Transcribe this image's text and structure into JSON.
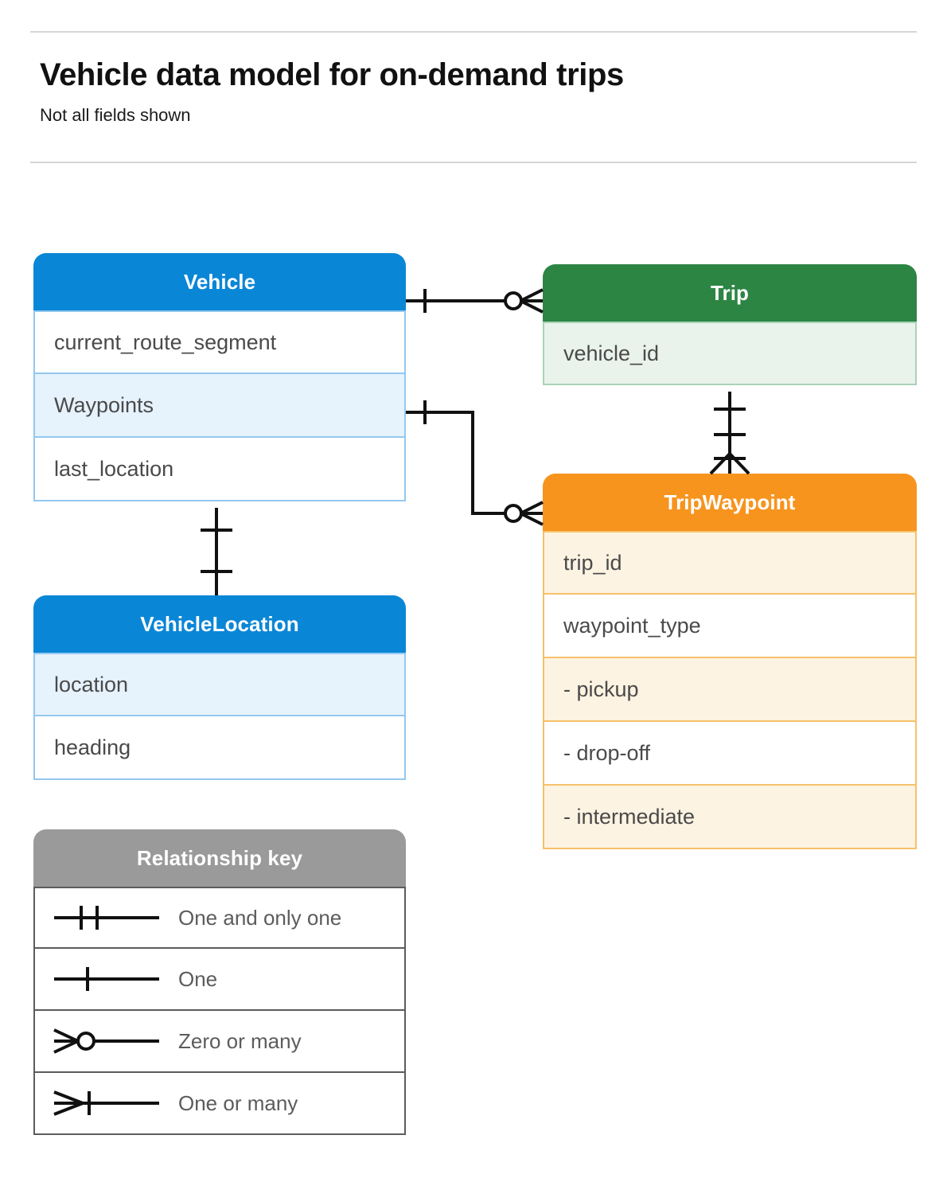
{
  "header": {
    "title": "Vehicle data model for on-demand trips",
    "subtitle": "Not all fields shown"
  },
  "entities": [
    {
      "id": "vehicle",
      "name": "Vehicle",
      "color": "#0a86d6",
      "rows": [
        {
          "label": "current_route_segment",
          "shaded": false
        },
        {
          "label": "Waypoints",
          "shaded": true
        },
        {
          "label": "last_location",
          "shaded": false
        }
      ]
    },
    {
      "id": "trip",
      "name": "Trip",
      "color": "#2d8544",
      "rows": [
        {
          "label": "vehicle_id",
          "shaded": true
        }
      ]
    },
    {
      "id": "tripwaypoint",
      "name": "TripWaypoint",
      "color": "#f7941e",
      "rows": [
        {
          "label": "trip_id",
          "shaded": true
        },
        {
          "label": "waypoint_type",
          "shaded": false
        },
        {
          "label": "- pickup",
          "shaded": true
        },
        {
          "label": "- drop-off",
          "shaded": false
        },
        {
          "label": "- intermediate",
          "shaded": true
        }
      ]
    },
    {
      "id": "vehiclelocation",
      "name": "VehicleLocation",
      "color": "#0a86d6",
      "rows": [
        {
          "label": "location",
          "shaded": true
        },
        {
          "label": "heading",
          "shaded": false
        }
      ]
    }
  ],
  "legend": {
    "title": "Relationship key",
    "color": "#9a9a9a",
    "items": [
      {
        "symbol": "one-and-only-one",
        "label": "One and only one"
      },
      {
        "symbol": "one",
        "label": "One"
      },
      {
        "symbol": "zero-or-many",
        "label": "Zero or many"
      },
      {
        "symbol": "one-or-many",
        "label": "One or many"
      }
    ]
  },
  "relationships": [
    {
      "id": "vehicle-to-trip",
      "from": "Vehicle",
      "to": "Trip",
      "from_cardinality": "One",
      "to_cardinality": "Zero or many"
    },
    {
      "id": "vehicle-waypoints-to-tripwaypoint",
      "from": "Vehicle.Waypoints",
      "to": "TripWaypoint",
      "from_cardinality": "One",
      "to_cardinality": "Zero or many"
    },
    {
      "id": "trip-to-tripwaypoint",
      "from": "Trip",
      "to": "TripWaypoint",
      "from_cardinality": "One and only one",
      "to_cardinality": "One or many"
    },
    {
      "id": "vehicle-to-vehiclelocation",
      "from": "Vehicle",
      "to": "VehicleLocation",
      "from_cardinality": "One",
      "to_cardinality": "One"
    }
  ]
}
